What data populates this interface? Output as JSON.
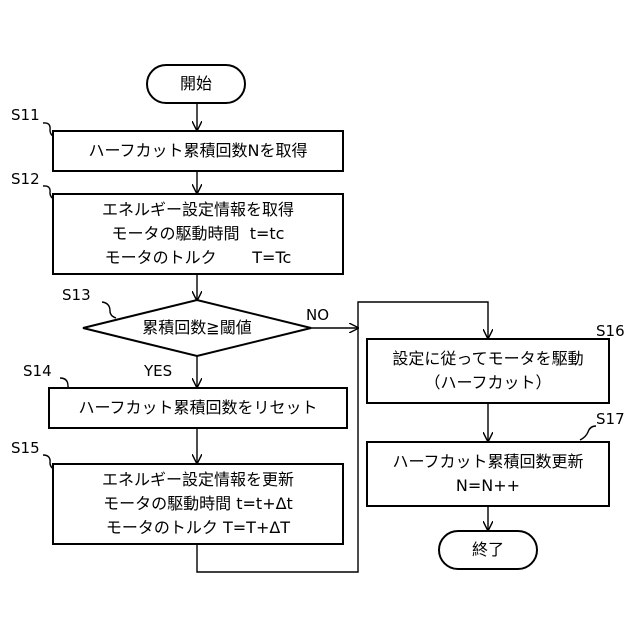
{
  "start": "開始",
  "end": "終了",
  "steps": {
    "s11": {
      "id": "S11",
      "lines": [
        "ハーフカット累積回数Nを取得"
      ]
    },
    "s12": {
      "id": "S12",
      "lines": [
        "エネルギー設定情報を取得",
        "モータの駆動時間  t=tc",
        "モータのトルク       T=Tc"
      ]
    },
    "s13": {
      "id": "S13",
      "lines": [
        "累積回数≧閾値"
      ]
    },
    "s14": {
      "id": "S14",
      "lines": [
        "ハーフカット累積回数をリセット"
      ]
    },
    "s15": {
      "id": "S15",
      "lines": [
        "エネルギー設定情報を更新",
        "モータの駆動時間 t=t+Δt",
        "モータのトルク T=T+ΔT"
      ]
    },
    "s16": {
      "id": "S16",
      "lines": [
        "設定に従ってモータを駆動",
        "（ハーフカット）"
      ]
    },
    "s17": {
      "id": "S17",
      "lines": [
        "ハーフカット累積回数更新",
        "N=N++"
      ]
    }
  },
  "branches": {
    "yes": "YES",
    "no": "NO"
  }
}
